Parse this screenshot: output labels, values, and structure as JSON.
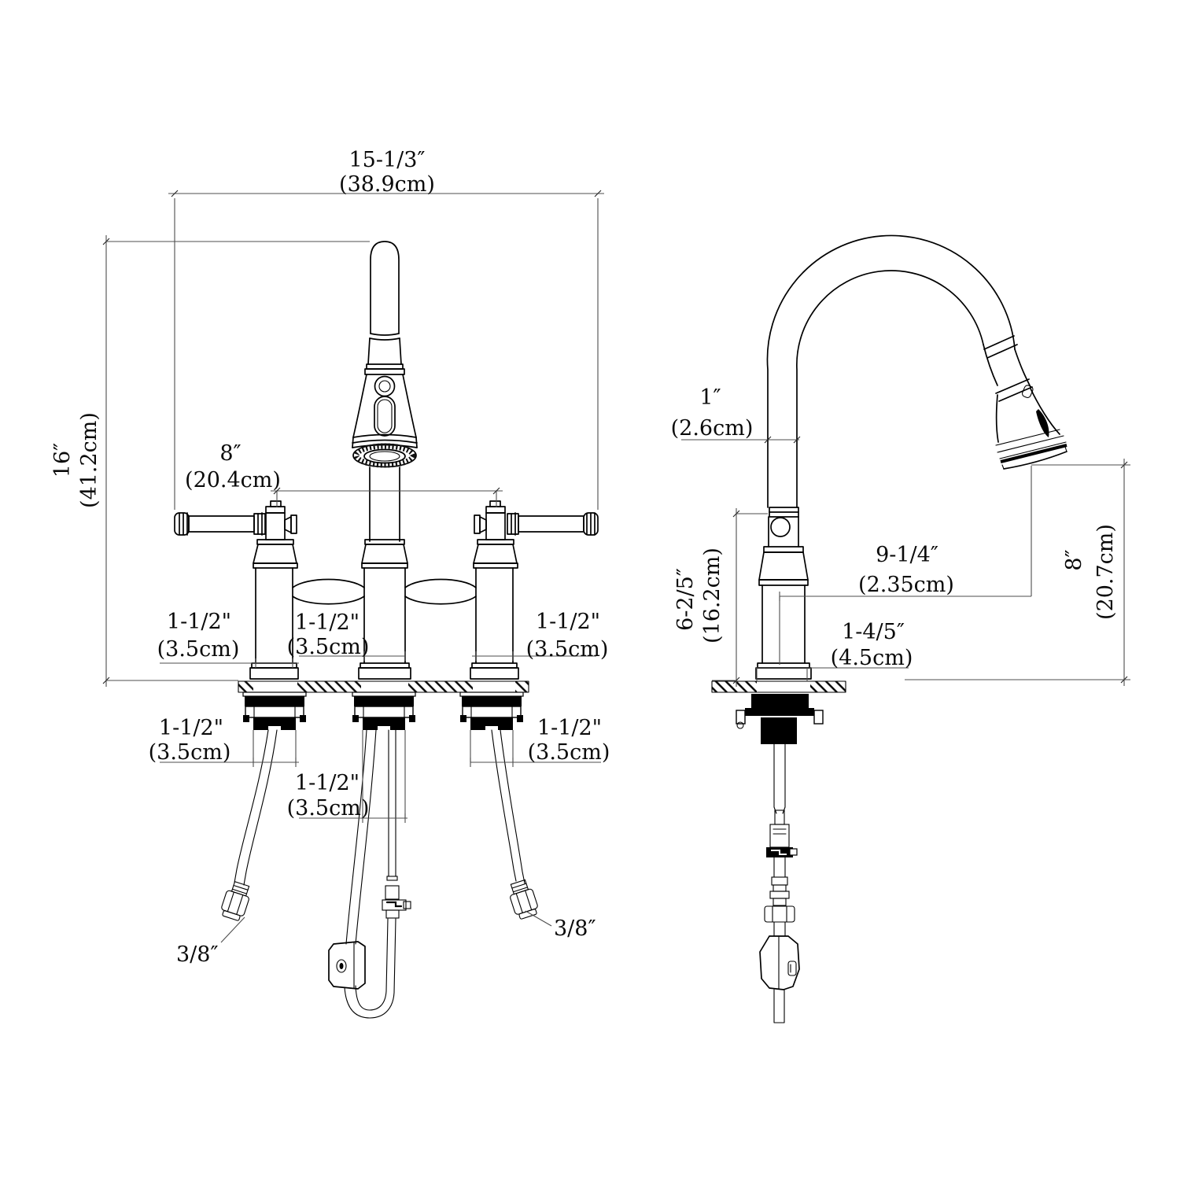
{
  "front_view": {
    "overall_width_in": "15-1/3″",
    "overall_width_cm": "(38.9cm)",
    "overall_height_in": "16″",
    "overall_height_cm": "(41.2cm)",
    "handle_spread_in": "8″",
    "handle_spread_cm": "(20.4cm)",
    "left_body_in": "1-1/2\"",
    "left_body_cm": "(3.5cm)",
    "center_body_in": "1-1/2\"",
    "center_body_cm": "(3.5cm)",
    "right_body_in": "1-1/2\"",
    "right_body_cm": "(3.5cm)",
    "left_shank_in": "1-1/2\"",
    "left_shank_cm": "(3.5cm)",
    "center_shank_in": "1-1/2\"",
    "center_shank_cm": "(3.5cm)",
    "right_shank_in": "1-1/2\"",
    "right_shank_cm": "(3.5cm)",
    "left_supply": "3/8″",
    "right_supply": "3/8″"
  },
  "side_view": {
    "spout_diameter_in": "1″",
    "spout_diameter_cm": "(2.6cm)",
    "deck_to_handle_in": "6-2/5″",
    "deck_to_handle_cm": "(16.2cm)",
    "spout_reach_in": "9-1/4″",
    "spout_reach_cm": "(2.35cm)",
    "base_width_in": "1-4/5″",
    "base_width_cm": "(4.5cm)",
    "outlet_height_in": "8″",
    "outlet_height_cm": "(20.7cm)"
  }
}
